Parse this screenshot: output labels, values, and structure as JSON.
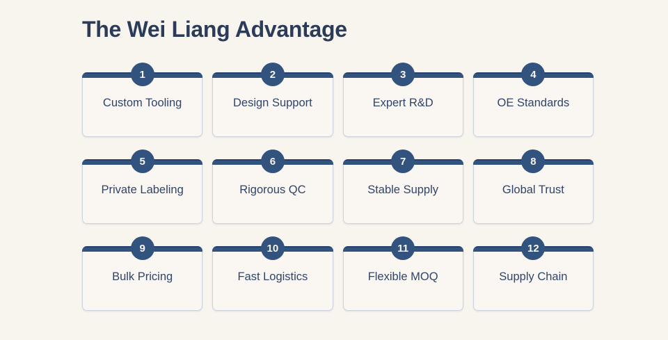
{
  "title": "The Wei Liang Advantage",
  "colors": {
    "background": "#f8f5ef",
    "navy": "#33537f",
    "navy_dark": "#24406b",
    "card_border": "#cdd3de",
    "card_bg": "#faf7f2",
    "title_text": "#2b3b58",
    "label_text": "#30446a",
    "number_text": "#f8f5ee"
  },
  "cards": [
    {
      "number": "1",
      "label": "Custom Tooling"
    },
    {
      "number": "2",
      "label": "Design Support"
    },
    {
      "number": "3",
      "label": "Expert R&D"
    },
    {
      "number": "4",
      "label": "OE Standards"
    },
    {
      "number": "5",
      "label": "Private Labeling"
    },
    {
      "number": "6",
      "label": "Rigorous QC"
    },
    {
      "number": "7",
      "label": "Stable Supply"
    },
    {
      "number": "8",
      "label": "Global Trust"
    },
    {
      "number": "9",
      "label": "Bulk Pricing"
    },
    {
      "number": "10",
      "label": "Fast Logistics"
    },
    {
      "number": "11",
      "label": "Flexible MOQ"
    },
    {
      "number": "12",
      "label": "Supply Chain"
    }
  ]
}
